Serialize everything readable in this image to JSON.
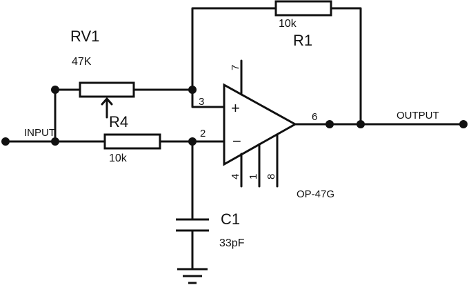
{
  "components": {
    "rv1": {
      "ref": "RV1",
      "value": "47K"
    },
    "r1": {
      "ref": "R1",
      "value": "10k"
    },
    "r4": {
      "ref": "R4",
      "value": "10k"
    },
    "c1": {
      "ref": "C1",
      "value": "33pF"
    },
    "opamp": {
      "part": "OP-47G",
      "plus": "+",
      "minus": "−"
    }
  },
  "pins": {
    "p2": "2",
    "p3": "3",
    "p4": "4",
    "p1": "1",
    "p8": "8",
    "p7": "7",
    "p6": "6"
  },
  "ports": {
    "input": "INPUT",
    "output": "OUTPUT"
  }
}
